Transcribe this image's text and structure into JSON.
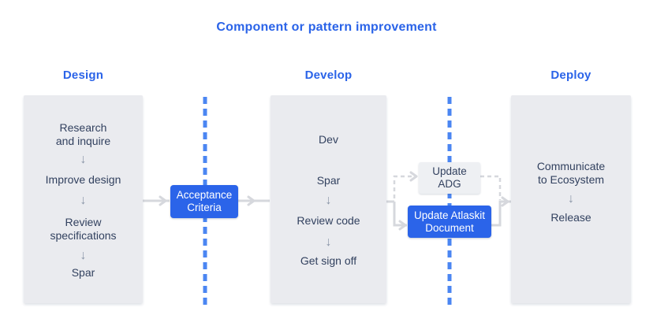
{
  "title": "Component or pattern improvement",
  "colors": {
    "accent_blue": "#2a63e8",
    "node_blue": "#2b64e9",
    "divider_dash_blue": "#4b86f2",
    "phase_box_gray": "#eaebef",
    "gray_node_bg": "#eef0f3",
    "text_navy": "#32415f",
    "connector_gray": "#d6d8dd",
    "inner_arrow_gray": "#8a95a7"
  },
  "icons": {
    "down_arrow": "↓"
  },
  "phases": {
    "design": {
      "header": "Design",
      "steps": {
        "research": {
          "line1": "Research",
          "line2": "and inquire"
        },
        "improve": {
          "line1": "Improve design"
        },
        "review": {
          "line1": "Review",
          "line2": "specifications"
        },
        "spar": {
          "line1": "Spar"
        }
      }
    },
    "develop": {
      "header": "Develop",
      "loop": {
        "top": "Dev",
        "bottom": "Spar"
      },
      "steps": {
        "review_code": {
          "line1": "Review code"
        },
        "sign_off": {
          "line1": "Get sign off"
        }
      }
    },
    "deploy": {
      "header": "Deploy",
      "steps": {
        "communicate": {
          "line1": "Communicate",
          "line2": "to Ecosystem"
        },
        "release": {
          "line1": "Release"
        }
      }
    }
  },
  "nodes": {
    "acceptance": {
      "line1": "Acceptance",
      "line2": "Criteria"
    },
    "update_adg": {
      "line1": "Update",
      "line2": "ADG"
    },
    "update_atlaskit": {
      "line1": "Update Atlaskit",
      "line2": "Document"
    }
  }
}
